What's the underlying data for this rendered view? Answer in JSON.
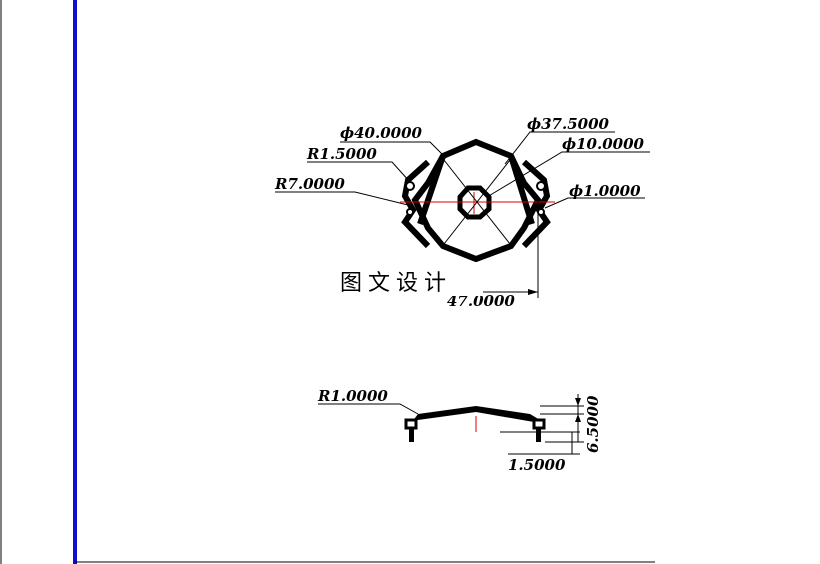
{
  "watermark": "图文设计",
  "colors": {
    "frame_line": "#1010cc",
    "center_line": "#e00000",
    "ink": "#000000"
  },
  "top_view": {
    "dimensions": {
      "dia_outer": "ϕ40.0000",
      "dia_inner_ring": "ϕ37.5000",
      "dia_hub": "ϕ10.0000",
      "dia_small": "ϕ1.0000",
      "radius_small": "R1.5000",
      "radius_large": "R7.0000",
      "width_partial": "47.0000"
    }
  },
  "side_view": {
    "dimensions": {
      "radius": "R1.0000",
      "height": "6.5000",
      "thickness": "1.5000"
    }
  }
}
